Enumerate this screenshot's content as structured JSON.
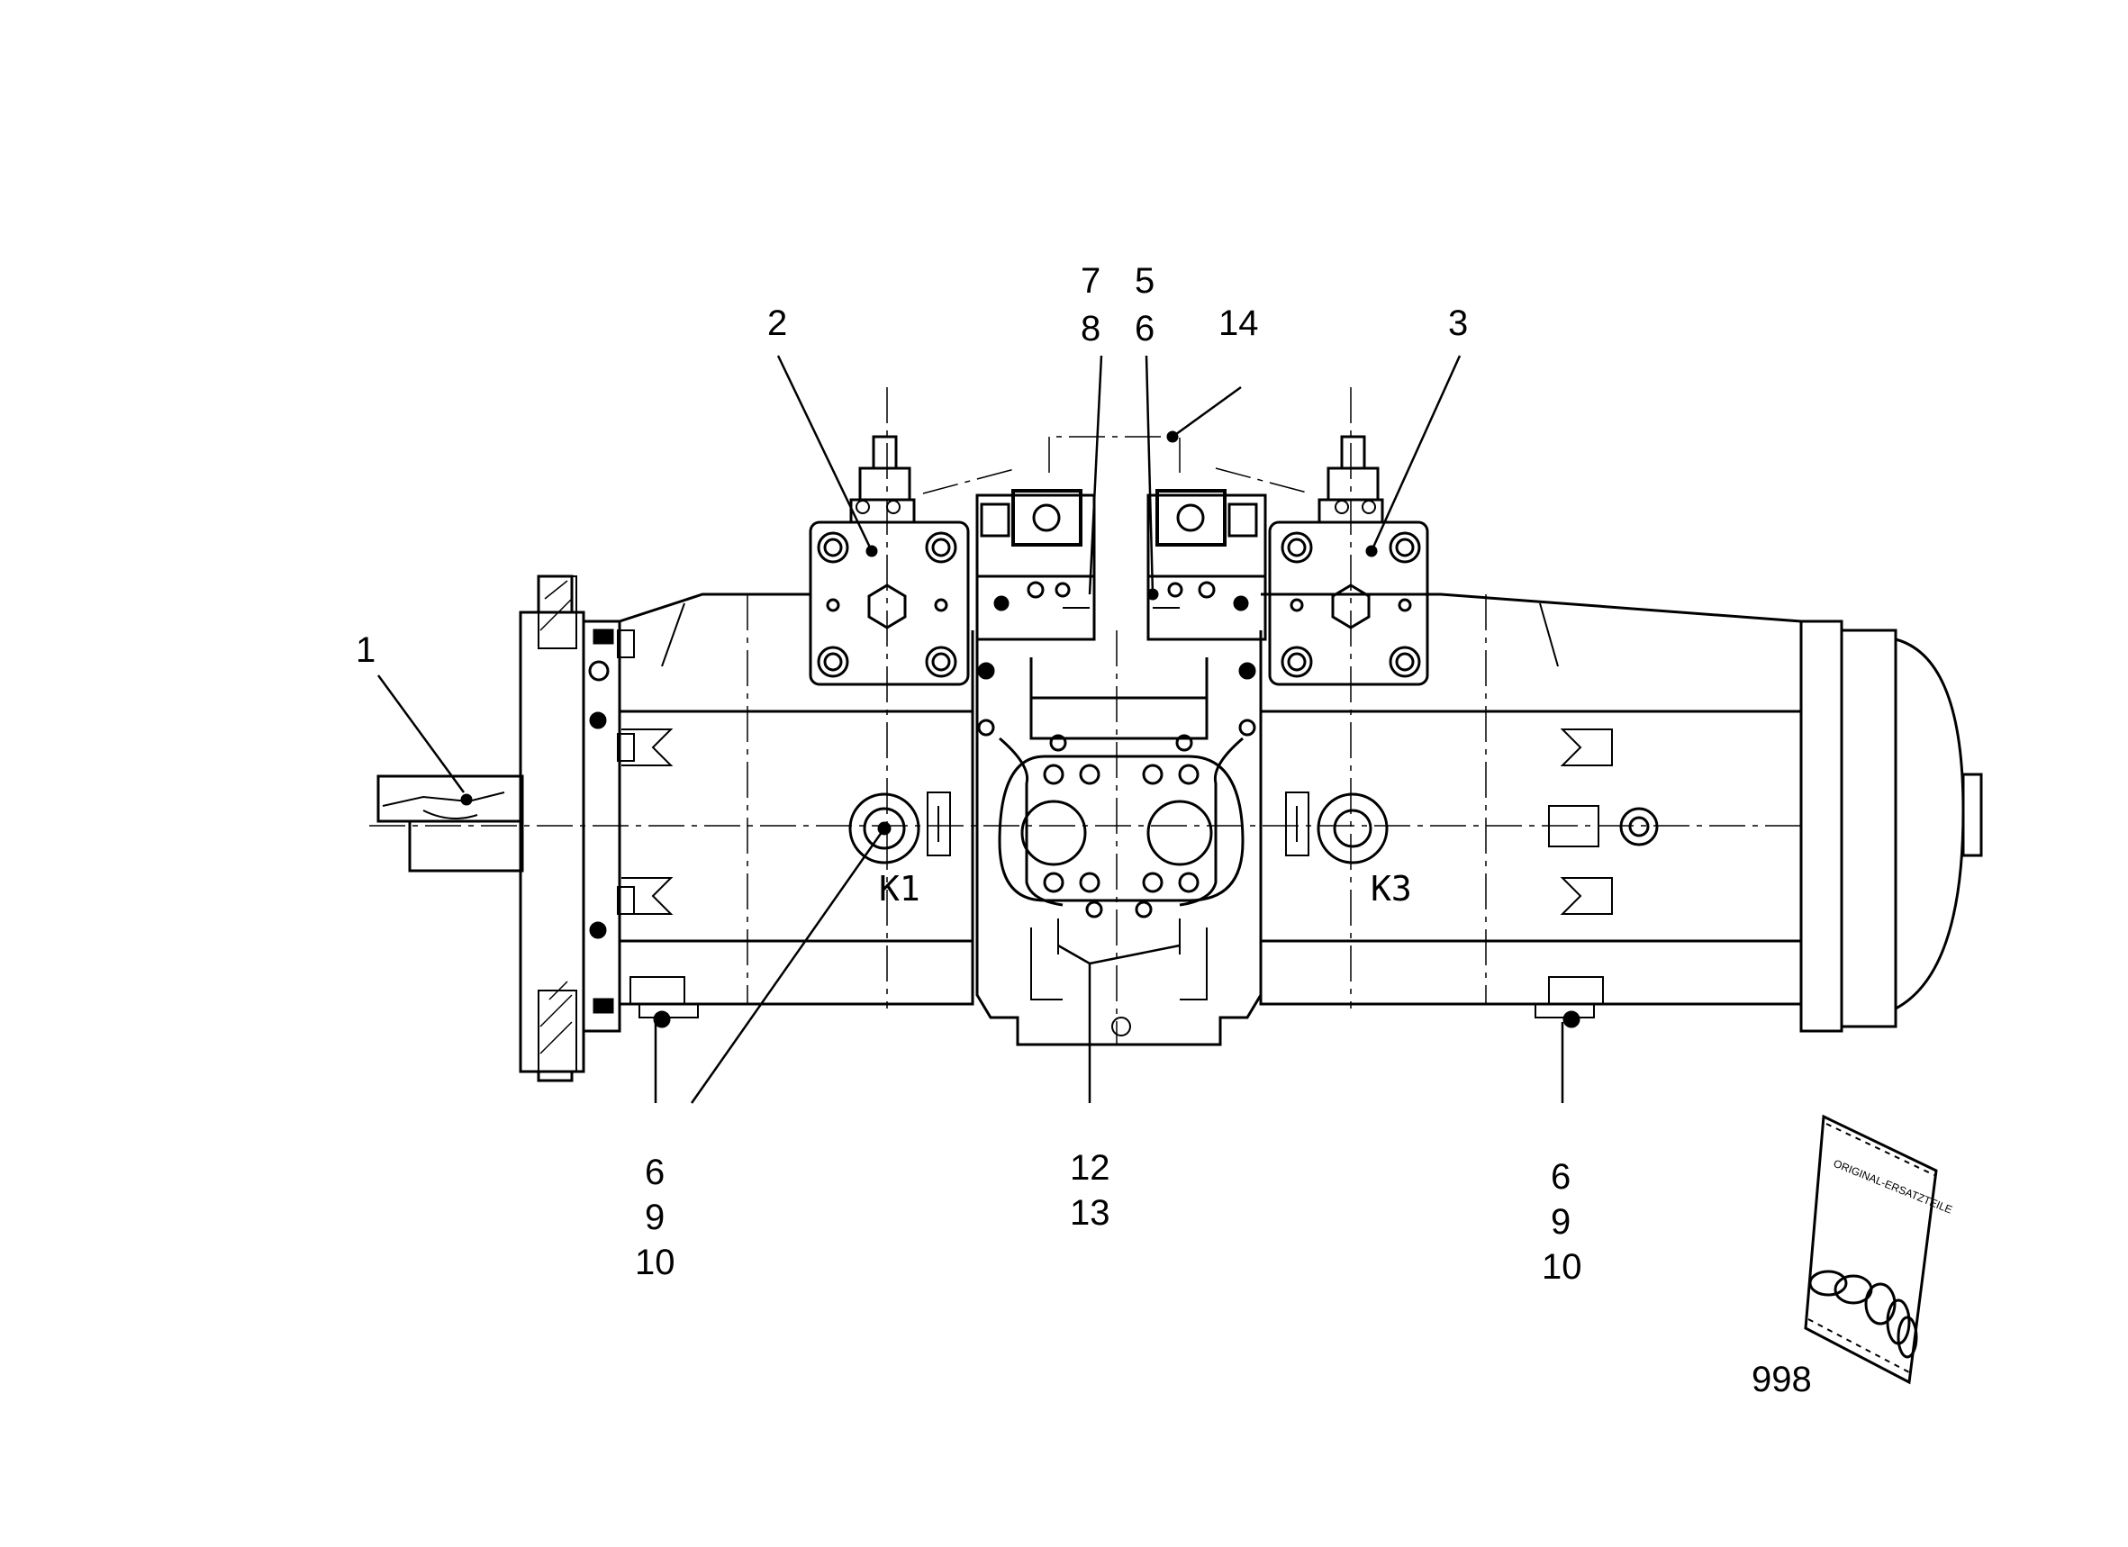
{
  "callouts": {
    "c1": "1",
    "c2": "2",
    "c3": "3",
    "c7": "7",
    "c8": "8",
    "c5": "5",
    "c6_top": "6",
    "c14": "14",
    "bl_6": "6",
    "bl_9": "9",
    "bl_10": "10",
    "bc_12": "12",
    "bc_13": "13",
    "br_6": "6",
    "br_9": "9",
    "br_10": "10",
    "c998": "998"
  },
  "ports": {
    "k1": "K1",
    "k3": "K3"
  },
  "kit_bag": {
    "label": "ORIGINAL-ERSATZTEILE",
    "icon": "seal-kit-bag-icon"
  }
}
